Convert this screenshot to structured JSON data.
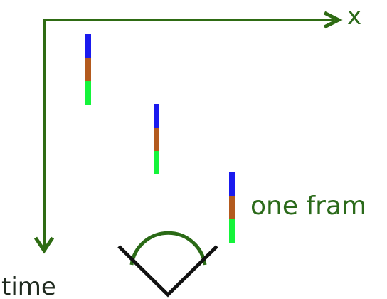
{
  "labels": {
    "x_axis": "x",
    "time_axis": "time",
    "frame_caption": "one fram"
  },
  "colors": {
    "axis": "#2e6b13",
    "bar_top": "#1a1aee",
    "bar_middle": "#b35a1e",
    "bar_bottom": "#14f43a",
    "eye_outline": "#111111",
    "eye_arc": "#2a6a16",
    "label_text": "#2b6a1a",
    "time_text": "#1f2a1f"
  },
  "frames": [
    {
      "id": 1
    },
    {
      "id": 2
    },
    {
      "id": 3
    }
  ]
}
